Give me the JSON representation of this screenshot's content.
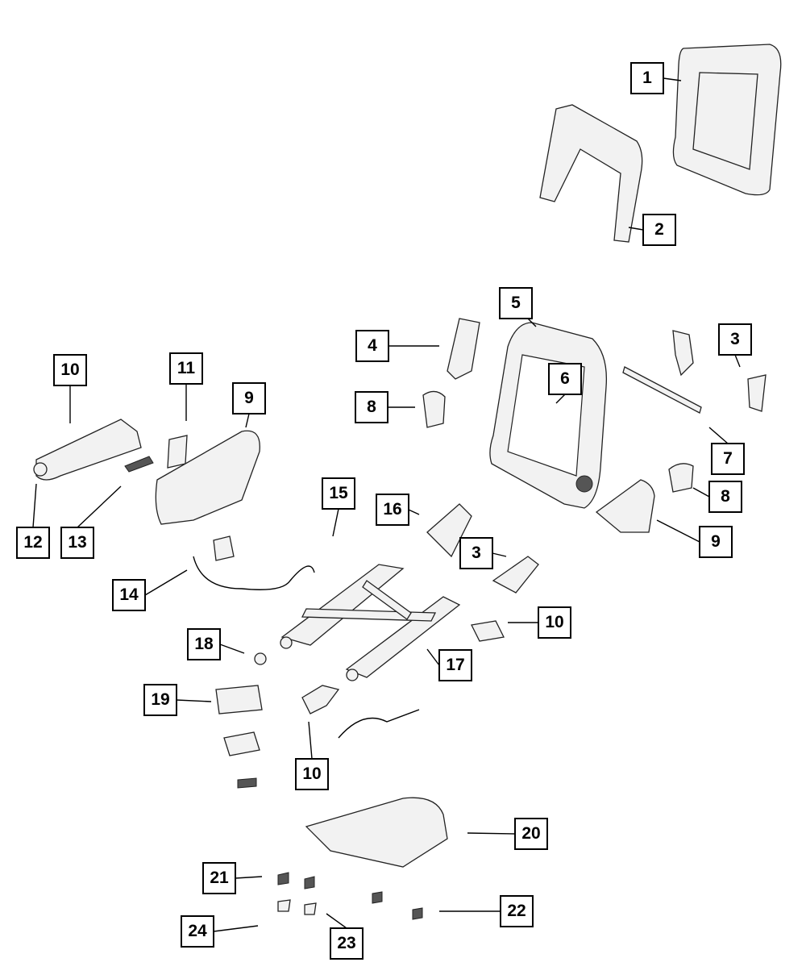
{
  "diagram": {
    "type": "exploded parts diagram (seat assembly)",
    "callouts": [
      {
        "label": "1"
      },
      {
        "label": "2"
      },
      {
        "label": "5"
      },
      {
        "label": "3"
      },
      {
        "label": "4"
      },
      {
        "label": "10"
      },
      {
        "label": "11"
      },
      {
        "label": "9"
      },
      {
        "label": "8"
      },
      {
        "label": "6"
      },
      {
        "label": "7"
      },
      {
        "label": "8"
      },
      {
        "label": "9"
      },
      {
        "label": "12"
      },
      {
        "label": "13"
      },
      {
        "label": "15"
      },
      {
        "label": "16"
      },
      {
        "label": "3"
      },
      {
        "label": "14"
      },
      {
        "label": "10"
      },
      {
        "label": "18"
      },
      {
        "label": "17"
      },
      {
        "label": "19"
      },
      {
        "label": "10"
      },
      {
        "label": "20"
      },
      {
        "label": "21"
      },
      {
        "label": "22"
      },
      {
        "label": "24"
      },
      {
        "label": "23"
      }
    ]
  }
}
